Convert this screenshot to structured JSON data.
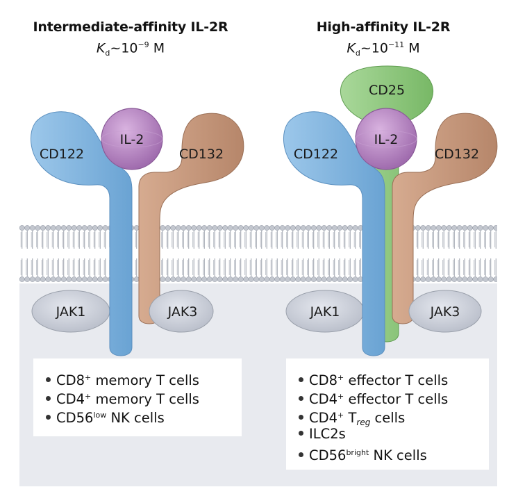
{
  "left": {
    "title": "Intermediate-affinity IL-2R",
    "kd_symbol": "K",
    "kd_subscript": "d",
    "kd_value": "~10",
    "kd_exponent": "−9",
    "kd_unit": " M",
    "labels": {
      "cd122": "CD122",
      "il2": "IL-2",
      "cd132": "CD132",
      "jak1": "JAK1",
      "jak3": "JAK3"
    },
    "cells": [
      {
        "main": "CD8",
        "sup": "+",
        "rest": " memory T cells"
      },
      {
        "main": "CD4",
        "sup": "+",
        "rest": " memory T cells"
      },
      {
        "main": "CD56",
        "sup": "low",
        "rest": " NK cells"
      }
    ]
  },
  "right": {
    "title": "High-affinity IL-2R",
    "kd_symbol": "K",
    "kd_subscript": "d",
    "kd_value": "~10",
    "kd_exponent": "−11",
    "kd_unit": " M",
    "labels": {
      "cd25": "CD25",
      "cd122": "CD122",
      "il2": "IL-2",
      "cd132": "CD132",
      "jak1": "JAK1",
      "jak3": "JAK3"
    },
    "cells": [
      {
        "main": "CD8",
        "sup": "+",
        "rest": " effector T cells"
      },
      {
        "main": "CD4",
        "sup": "+",
        "rest": " effector T cells"
      },
      {
        "main": "CD4",
        "sup": "+",
        "rest": " T",
        "sub": "reg",
        "rest2": " cells"
      },
      {
        "main": "ILC2s"
      },
      {
        "main": "CD56",
        "sup": "bright",
        "rest": " NK cells"
      }
    ]
  },
  "colors": {
    "cd122": "#7db3df",
    "cd132": "#c9987b",
    "il2": "#b784c2",
    "cd25": "#8fcb7d",
    "jak": "#cdd2dc",
    "cytoplasm": "#e8eaef",
    "membrane": "#b8bcc6"
  }
}
